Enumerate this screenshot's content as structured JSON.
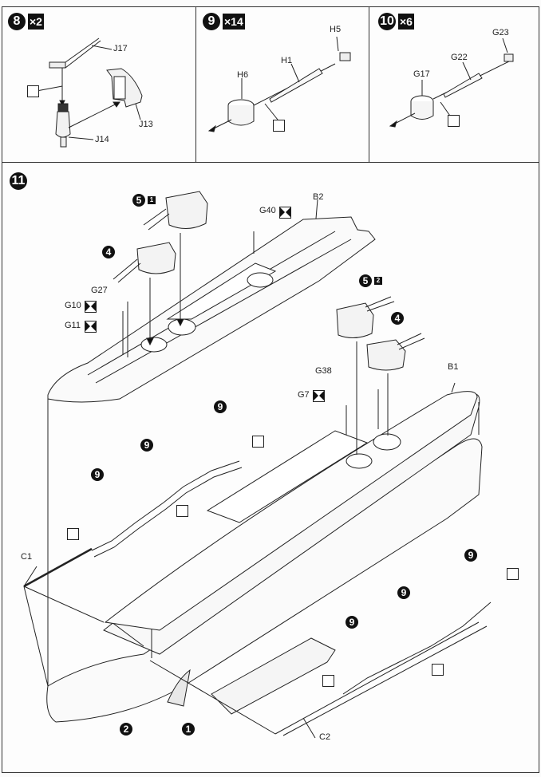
{
  "steps": [
    {
      "number": "8",
      "quantity": "×2",
      "parts": [
        "J17",
        "J13",
        "J14"
      ]
    },
    {
      "number": "9",
      "quantity": "×14",
      "parts": [
        "H5",
        "H1",
        "H6"
      ]
    },
    {
      "number": "10",
      "quantity": "×6",
      "parts": [
        "G23",
        "G22",
        "G17"
      ]
    },
    {
      "number": "11",
      "callouts": {
        "sub5a_num": "5",
        "sub5a_tag": "1",
        "sub4a": "4",
        "sub5b_num": "5",
        "sub5b_tag": "2",
        "sub4b": "4",
        "sub9": "9",
        "sub2": "2",
        "sub1": "1"
      },
      "parts": {
        "g27": "G27",
        "g10": "G10",
        "g11": "G11",
        "g40": "G40",
        "b2": "B2",
        "b1": "B1",
        "g38": "G38",
        "g7": "G7",
        "c1": "C1",
        "c2": "C2"
      }
    }
  ],
  "icons": {
    "cement": "cement-icon",
    "paint": "paint-icon"
  }
}
